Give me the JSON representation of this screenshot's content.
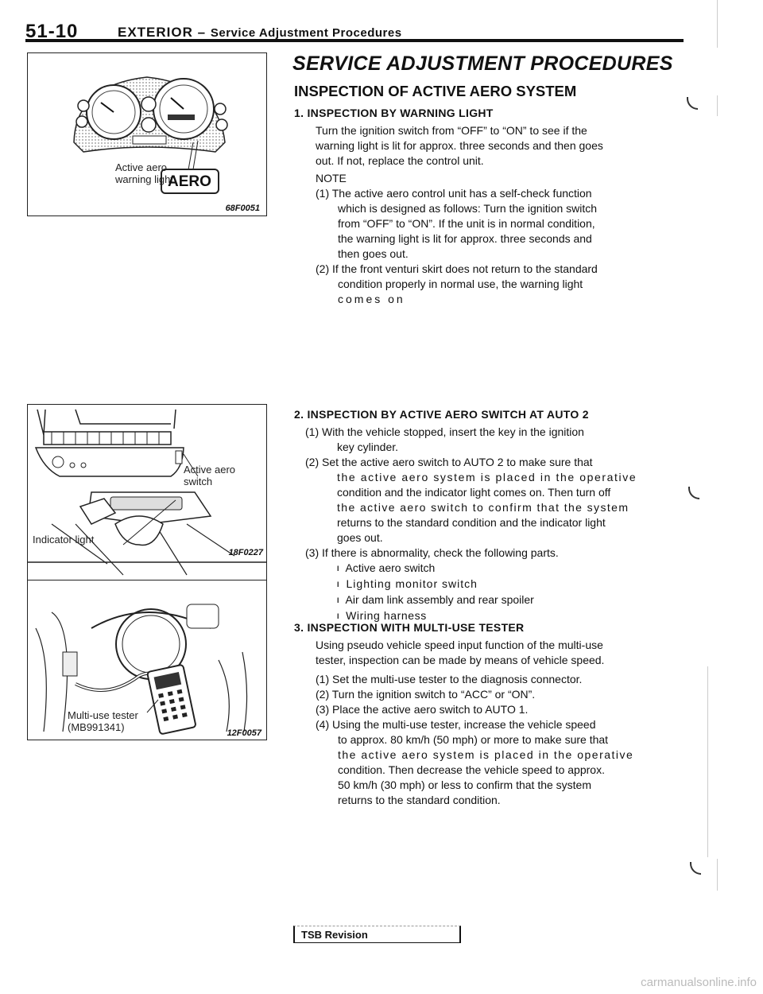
{
  "header": {
    "page_num": "51-10",
    "section": "EXTERIOR",
    "dash": "–",
    "subtitle": "Service Adjustment Procedures"
  },
  "title": "SERVICE ADJUSTMENT PROCEDURES",
  "subtitle": "INSPECTION OF ACTIVE AERO SYSTEM",
  "figures": {
    "fig1": {
      "code": "68F0051",
      "label_line1": "Active aero",
      "label_line2": "warning light",
      "badge": "AERO"
    },
    "fig2": {
      "code": "18F0227",
      "label_switch": "Active aero switch",
      "label_indicator": "Indicator light"
    },
    "fig3": {
      "code": "12F0057",
      "label_line1": "Multi-use tester",
      "label_line2": "(MB991341)"
    }
  },
  "s1": {
    "heading": "1. INSPECTION BY WARNING LIGHT",
    "lines": [
      "Turn the ignition switch from “OFF” to “ON” to see if the",
      "warning light is lit for approx. three seconds and then goes",
      "out. If not, replace the control unit."
    ],
    "note": "NOTE",
    "n1": [
      "(1) The active aero control unit has a self-check function",
      "which is designed as follows: Turn the ignition switch",
      "from “OFF” to “ON”. If the unit is in normal condition,",
      "the warning light is lit for approx. three seconds and",
      "then goes out."
    ],
    "n2": [
      "(2) If the front venturi skirt does not return to the standard",
      "condition properly in normal use, the warning light",
      "comes on"
    ]
  },
  "s2": {
    "heading": "2. INSPECTION BY ACTIVE AERO SWITCH AT AUTO 2",
    "i1": [
      "(1) With the vehicle stopped, insert the key in the ignition",
      "key cylinder."
    ],
    "i2": [
      "(2) Set the active aero switch to AUTO 2 to make sure that",
      "the active aero system is placed in the operative",
      "condition and the indicator light comes on. Then turn off",
      "the active aero switch to confirm that the system",
      "returns to the standard condition and the indicator light",
      "goes out."
    ],
    "i3": "(3) If there is abnormality, check the following parts.",
    "bullets": [
      "Active aero switch",
      "Lighting monitor switch",
      "Air dam link assembly and rear spoiler",
      "Wiring harness"
    ]
  },
  "s3": {
    "heading": "3. INSPECTION WITH MULTI-USE TESTER",
    "lines": [
      "Using pseudo vehicle speed input function of the multi-use",
      "tester, inspection can be made by means of vehicle speed."
    ],
    "i1": "(1) Set the multi-use tester to the diagnosis connector.",
    "i2": "(2) Turn the ignition switch to “ACC” or “ON”.",
    "i3": "(3) Place the active aero switch to AUTO 1.",
    "i4": [
      "(4) Using the multi-use tester, increase the vehicle speed",
      "to approx. 80 km/h (50 mph) or more to make sure that",
      "the active aero system is placed in the operative",
      "condition. Then decrease the vehicle speed to approx.",
      "50 km/h (30 mph) or less to confirm that the system",
      "returns to the standard condition."
    ]
  },
  "footer": {
    "tsb": "TSB Revision",
    "watermark": "carmanualsonline.info"
  }
}
